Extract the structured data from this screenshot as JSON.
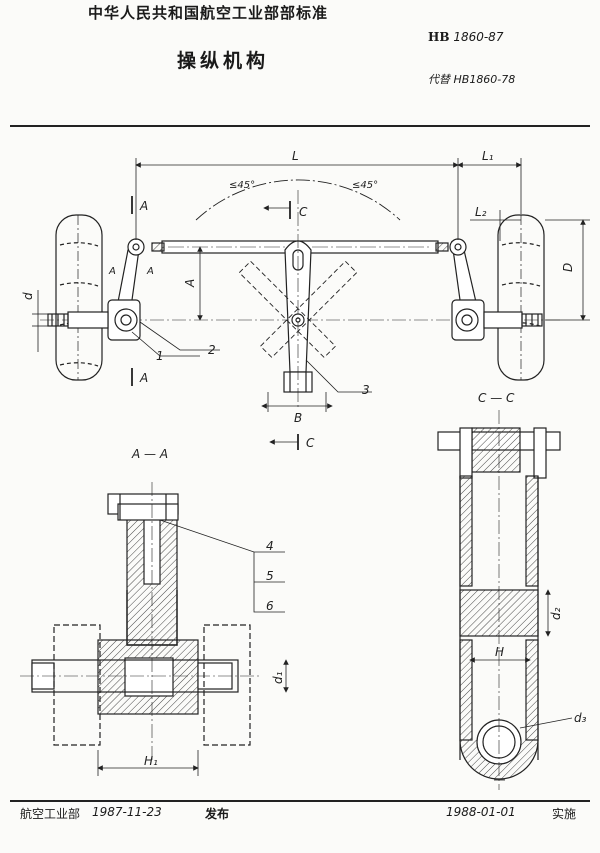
{
  "header": {
    "organization": "中华人民共和国航空工业部部标准",
    "title": "操纵机构",
    "standard_prefix": "HB",
    "standard_number": "1860-87",
    "replaces": "代替 HB1860-78"
  },
  "drawing": {
    "dims": {
      "L": "L",
      "L1": "L₁",
      "L2": "L₂",
      "D": "D",
      "d": "d",
      "A": "A",
      "B": "B",
      "H": "H",
      "H1": "H₁",
      "d1": "d₁",
      "d2": "d₂",
      "d3": "d₃"
    },
    "angles": [
      "≤45°",
      "≤45°"
    ],
    "section_marks": {
      "a": "A",
      "c": "C"
    },
    "section_titles": {
      "aa": "A — A",
      "cc": "C — C"
    },
    "callouts": [
      "1",
      "2",
      "3",
      "4",
      "5",
      "6"
    ]
  },
  "footer": {
    "issuer": "航空工业部",
    "issue_date": "1987-11-23",
    "issue_label": "发布",
    "effective_date": "1988-01-01",
    "effective_label": "实施"
  }
}
